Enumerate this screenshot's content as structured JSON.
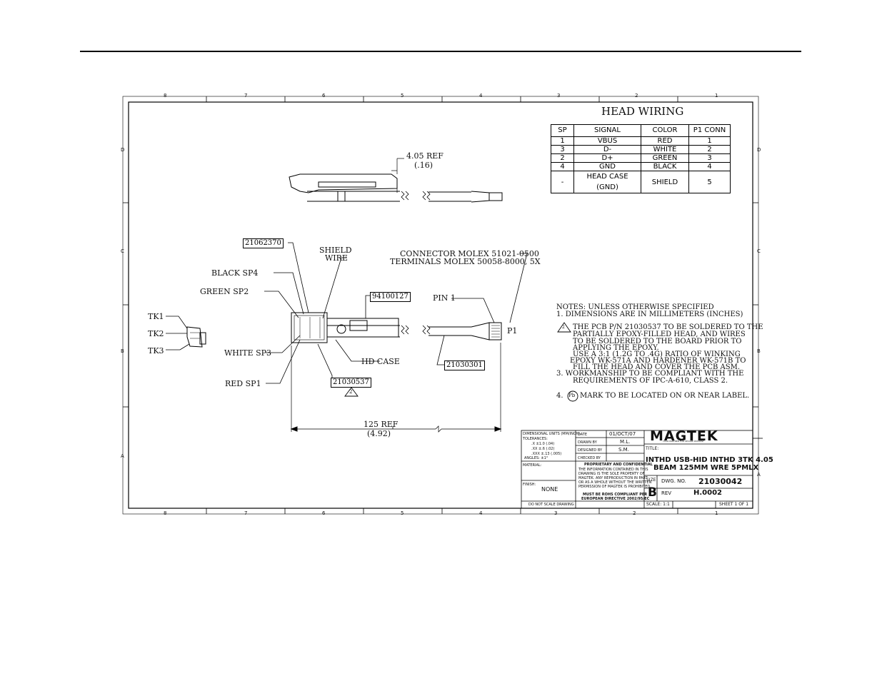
{
  "zones": {
    "columns": [
      "8",
      "7",
      "6",
      "5",
      "4",
      "3",
      "2",
      "1"
    ],
    "rows": [
      "D",
      "C",
      "B",
      "A"
    ]
  },
  "head_wiring": {
    "title": "HEAD WIRING",
    "headers": [
      "SP",
      "SIGNAL",
      "COLOR",
      "P1 CONN"
    ],
    "rows": [
      [
        "1",
        "VBUS",
        "RED",
        "1"
      ],
      [
        "3",
        "D-",
        "WHITE",
        "2"
      ],
      [
        "2",
        "D+",
        "GREEN",
        "3"
      ],
      [
        "4",
        "GND",
        "BLACK",
        "4"
      ],
      [
        "-",
        "HEAD CASE (GND)",
        "SHIELD",
        "5"
      ]
    ]
  },
  "dims": {
    "ref_top_1": "4.05 REF",
    "ref_top_2": "(.16)",
    "ref_bottom_1": "125 REF",
    "ref_bottom_2": "(4.92)"
  },
  "callouts": {
    "part_a": "21062370",
    "shield_1": "SHIELD",
    "shield_2": "WIRE",
    "black": "BLACK SP4",
    "green": "GREEN SP2",
    "part_b": "94100127",
    "white": "WHITE SP3",
    "hd_case": "HD CASE",
    "part_c": "21030537",
    "red": "RED SP1",
    "tk1": "TK1",
    "tk2": "TK2",
    "tk3": "TK3",
    "connector_1": "CONNECTOR MOLEX 51021-0500",
    "connector_2": "TERMINALS MOLEX 50058-8000, 5X",
    "pin1": "PIN 1",
    "p1": "P1",
    "part_d": "21030301",
    "triangle": "2"
  },
  "notes": {
    "l1": "NOTES: UNLESS OTHERWISE SPECIFIED",
    "l2": "1.     DIMENSIONS ARE IN MILLIMETERS (INCHES)",
    "l3": "THE PCB P/N 21030537 TO BE SOLDERED TO THE",
    "l4": "PARTIALLY EPOXY-FILLED HEAD, AND WIRES",
    "l5": "TO BE SOLDERED TO THE BOARD PRIOR TO",
    "l6": "APPLYING THE EPOXY.",
    "l7": "USE A 3:1 (1.2G TO .4G) RATIO OF WINKING",
    "l8": "EPOXY WK-571A AND HARDENER WK-571B TO",
    "l9": "FILL THE HEAD AND COVER THE PCB ASM.",
    "l10": "3.     WORKMANSHIP TO BE COMPLIANT WITH THE",
    "l11": "REQUIREMENTS OF IPC-A-610, CLASS 2.",
    "l12_num": "4.",
    "l12_mark": "Pb",
    "l12": "MARK TO BE LOCATED ON OR NEAR LABEL.",
    "tri_num": "2"
  },
  "title_block": {
    "dims_unless": "DIMENSIONAL UNITS (MM/INCH)",
    "tolerances": "TOLERANCES:",
    "tol1": ".X    ±1.0 (.04)",
    "tol2": ".XX   ±.6 (.02)",
    "tol3": ".XXX ±.13 (.005)",
    "angles": "ANGLES: ±1°",
    "material": "MATERIAL:",
    "finish": "FINISH:",
    "finish_val": "NONE",
    "noscale": "DO NOT SCALE DRAWING",
    "date_label": "DATE",
    "date_val": "01/OCT/07",
    "drawn_label": "DRAWN BY",
    "drawn_val": "M.L.",
    "designed_label": "DESIGNED BY",
    "designed_val": "S.M.",
    "checked_label": "CHECKED BY",
    "prop_title": "PROPRIETARY AND CONFIDENTIAL",
    "prop1": "THE INFORMATION CONTAINED IN THIS",
    "prop2": "DRAWING IS THE SOLE PROPERTY OF",
    "prop3": "MAGTEK.  ANY REPRODUCTION IN PART",
    "prop4": "OR AS A WHOLE WITHOUT THE WRITTEN",
    "prop5": "PERMISSION OF MAGTEK IS PROHIBITED.",
    "rohs1": "MUST BE ROHS COMPLIANT PER",
    "rohs2": "EUROPEAN DIRECTIVE 2002/95/EC",
    "logo": "MAGTEK",
    "logo_tag": "YOUR PARTNER FOR SECURE PAYMENT",
    "title_label": "TITLE:",
    "title1": "INTHD USB-HID INTHD 3TK 4.05",
    "title2": "BEAM 125MM WRE 5PMLX",
    "size_label": "SIZE",
    "size_val": "B",
    "dwg_label": "DWG.  NO.",
    "dwg_val": "21030042",
    "rev_label": "REV",
    "rev_val": "H.0002",
    "scale": "SCALE: 1:1",
    "sheet": "SHEET 1 OF 1"
  }
}
